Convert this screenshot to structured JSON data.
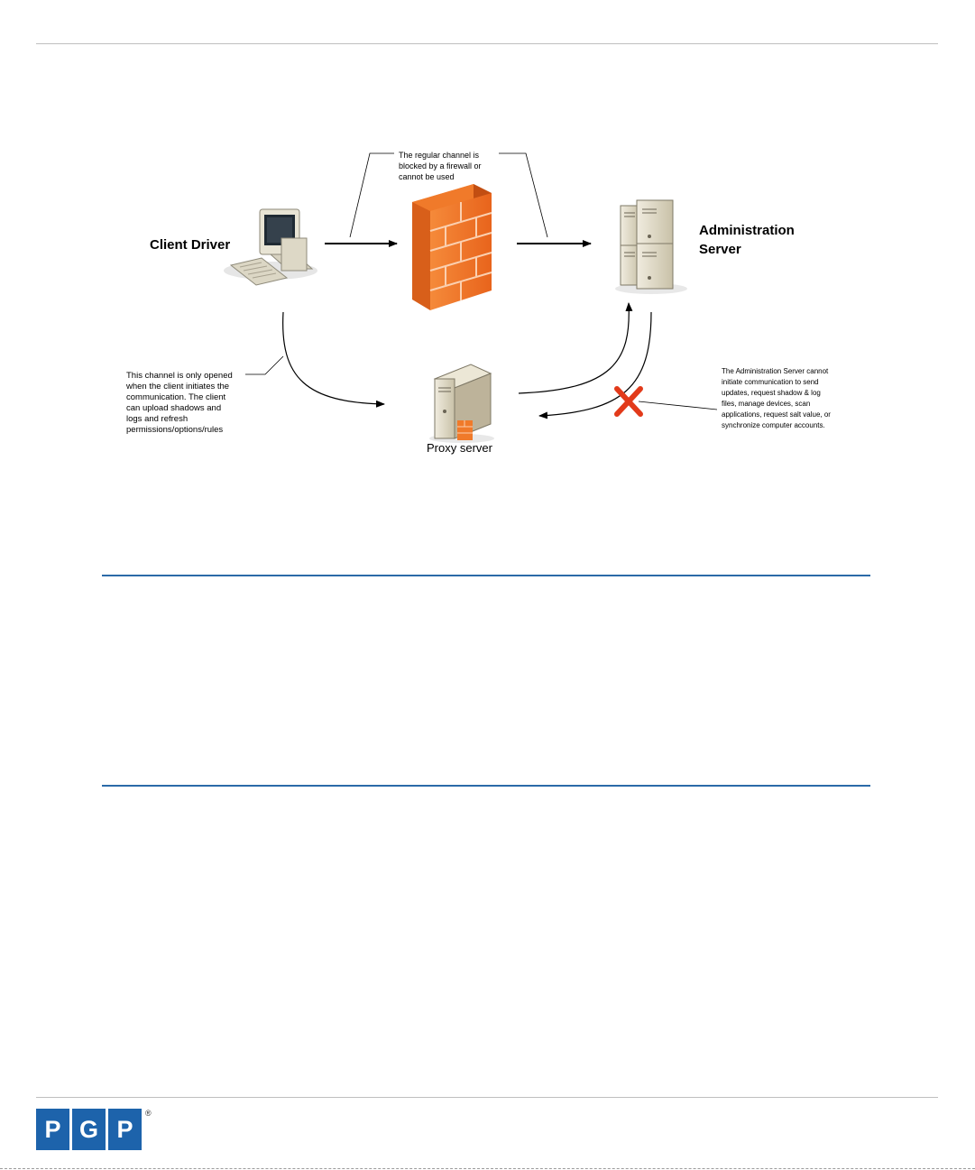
{
  "diagram": {
    "nodes": {
      "client": "Client Driver",
      "admin_line1": "Administration",
      "admin_line2": "Server",
      "proxy": "Proxy server"
    },
    "callouts": {
      "regular_channel": [
        "The regular channel is",
        "blocked by a firewall or",
        "cannot be used"
      ],
      "client_channel": [
        "This channel is only opened",
        "when the client initiates the",
        "communication.  The client",
        "can upload shadows and",
        "logs and refresh",
        "permissions/options/rules"
      ],
      "admin_blocked": [
        "The Administration Server cannot",
        "initiate communication to send",
        "updates, request shadow & log",
        "files, manage devices, scan",
        "applications, request salt value, or",
        "synchronize computer accounts."
      ]
    }
  },
  "footer": {
    "logo_letters": [
      "P",
      "G",
      "P"
    ],
    "registered_mark": "®"
  },
  "colors": {
    "rule_blue": "#2b6aa8",
    "logo_blue": "#1d63ab",
    "firewall_orange": "#f07a2a",
    "blocked_red": "#e23a1a"
  }
}
